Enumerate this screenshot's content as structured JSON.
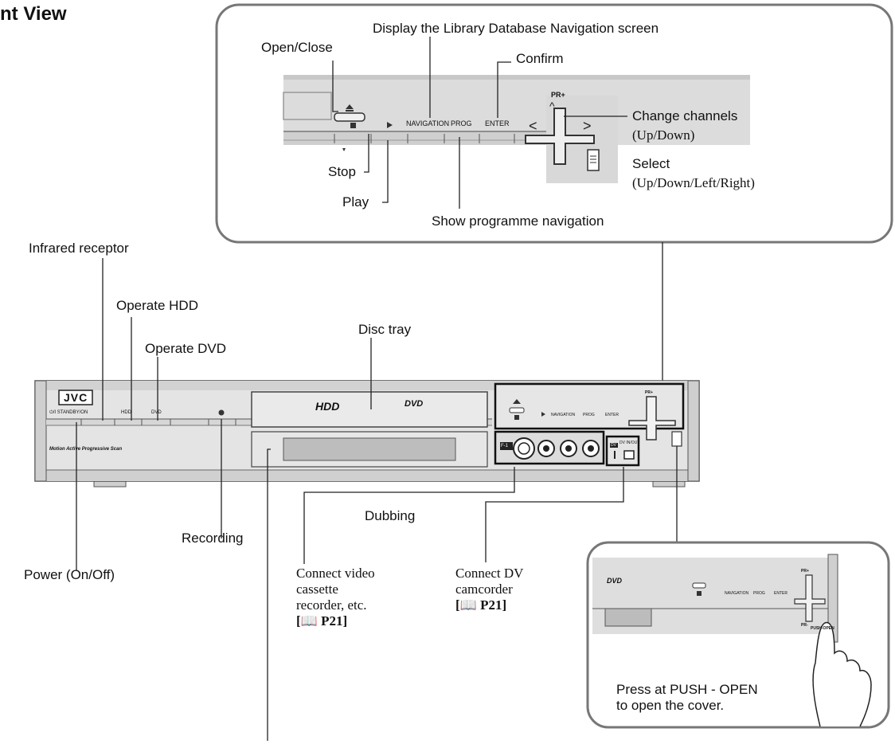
{
  "page": {
    "title": "nt View"
  },
  "callout_top": {
    "open_close": "Open/Close",
    "display_nav": "Display the Library Database Navigation screen",
    "confirm": "Confirm",
    "change_channels": "Change channels",
    "change_channels_sub": "(Up/Down)",
    "select": "Select",
    "select_sub": "(Up/Down/Left/Right)",
    "stop": "Stop",
    "play": "Play",
    "show_prog_nav": "Show programme navigation",
    "btn_navigation": "NAVIGATION",
    "btn_prog": "PROG",
    "btn_enter": "ENTER",
    "pr_plus": "PR+"
  },
  "labels": {
    "infrared": "Infrared receptor",
    "operate_hdd": "Operate HDD",
    "operate_dvd": "Operate DVD",
    "disc_tray": "Disc tray",
    "dubbing": "Dubbing",
    "recording": "Recording",
    "power": "Power (On/Off)",
    "connect_vcr_1": "Connect video",
    "connect_vcr_2": "cassette",
    "connect_vcr_3": "recorder, etc.",
    "connect_vcr_ref": "[📖 P21]",
    "connect_dv_1": "Connect DV",
    "connect_dv_2": "camcorder",
    "connect_dv_ref": "[📖 P21]"
  },
  "device": {
    "brand": "JVC",
    "standby": "⏻/I STANDBY/ON",
    "hdd_btn": "HDD",
    "dvd_btn": "DVD",
    "hdd_logo": "HDD",
    "dvd_logo": "DVD",
    "tagline": "Motion Active Progressive Scan",
    "f1": "F-1",
    "dv": "DV",
    "dv_in_out": "DV IN/OUT",
    "btn_navigation": "NAVIGATION",
    "btn_prog": "PROG",
    "btn_enter": "ENTER",
    "pr_plus": "PR+"
  },
  "callout_bottom": {
    "instruction_1": "Press at PUSH - OPEN",
    "instruction_2": "to open the cover.",
    "push_open": "PUSH-OPEN",
    "dvd_logo": "DVD",
    "btn_navigation": "NAVIGATION",
    "btn_prog": "PROG",
    "btn_enter": "ENTER",
    "pr_plus": "PR+",
    "pr_minus": "PR-"
  }
}
